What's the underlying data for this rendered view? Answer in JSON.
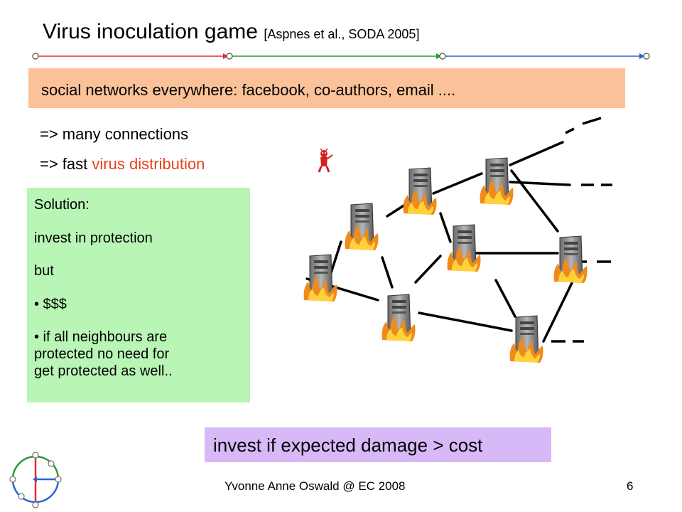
{
  "title": {
    "main": "Virus inoculation game",
    "citation": "[Aspnes et al., SODA 2005]"
  },
  "banner": "social networks everywhere: facebook, co-authors, email ....",
  "points": {
    "line1": "=> many connections",
    "line2_prefix": "=> fast ",
    "line2_highlight": "virus distribution"
  },
  "solution_box": {
    "heading": "Solution:",
    "line1": "invest in protection",
    "line2": "but",
    "bullets": [
      "• $$$",
      "• if all neighbours are",
      "protected  no need for",
      "get protected as well.."
    ]
  },
  "conclusion": "invest if expected damage > cost",
  "footer": {
    "author": "Yvonne Anne Oswald @ EC 2008",
    "page": "6"
  },
  "colors": {
    "banner": "#fbc29a",
    "solution": "#b9f5b5",
    "conclusion": "#d8b9f7",
    "highlight": "#e8401a",
    "rule_red": "#e03030",
    "rule_green": "#2a9a3a",
    "rule_blue": "#2b63d6"
  },
  "icons": {
    "server": "server-on-fire-icon",
    "virus": "devil-icon",
    "logo": "network-logo-icon"
  }
}
